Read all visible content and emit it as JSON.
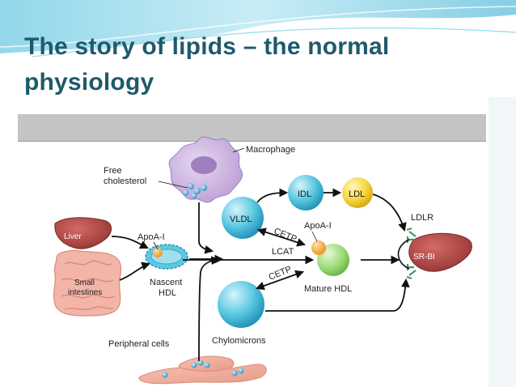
{
  "slide": {
    "title": "The story of lipids – the normal physiology"
  },
  "diagram": {
    "labels": {
      "macrophage": "Macrophage",
      "free_cholesterol_line1": "Free",
      "free_cholesterol_line2": "cholesterol",
      "idl": "IDL",
      "ldl": "LDL",
      "vldl": "VLDL",
      "ldlr": "LDLR",
      "cetp_top": "CETP",
      "apoa1_top": "ApoA-I",
      "lcat": "LCAT",
      "liver": "Liver",
      "apoa1_left": "ApoA-I",
      "small_intestines_line1": "Small",
      "small_intestines_line2": "intestines",
      "nascent_hdl_line1": "Nascent",
      "nascent_hdl_line2": "HDL",
      "cetp_bottom": "CETP",
      "mature_hdl": "Mature HDL",
      "sr_bi": "SR-BI",
      "chylomicrons": "Chylomicrons",
      "peripheral_cells": "Peripheral cells"
    },
    "colors": {
      "title": "#1f5a6b",
      "lipoprotein_blue": "#4fc3dd",
      "ldl_yellow": "#f4d23c",
      "hdl_green": "#8fd46a",
      "apoa1_orange": "#f39a24",
      "liver_red": "#a8413f",
      "macrophage_purple": "#c7a9dc",
      "receptor_green": "#3f9a68"
    }
  }
}
